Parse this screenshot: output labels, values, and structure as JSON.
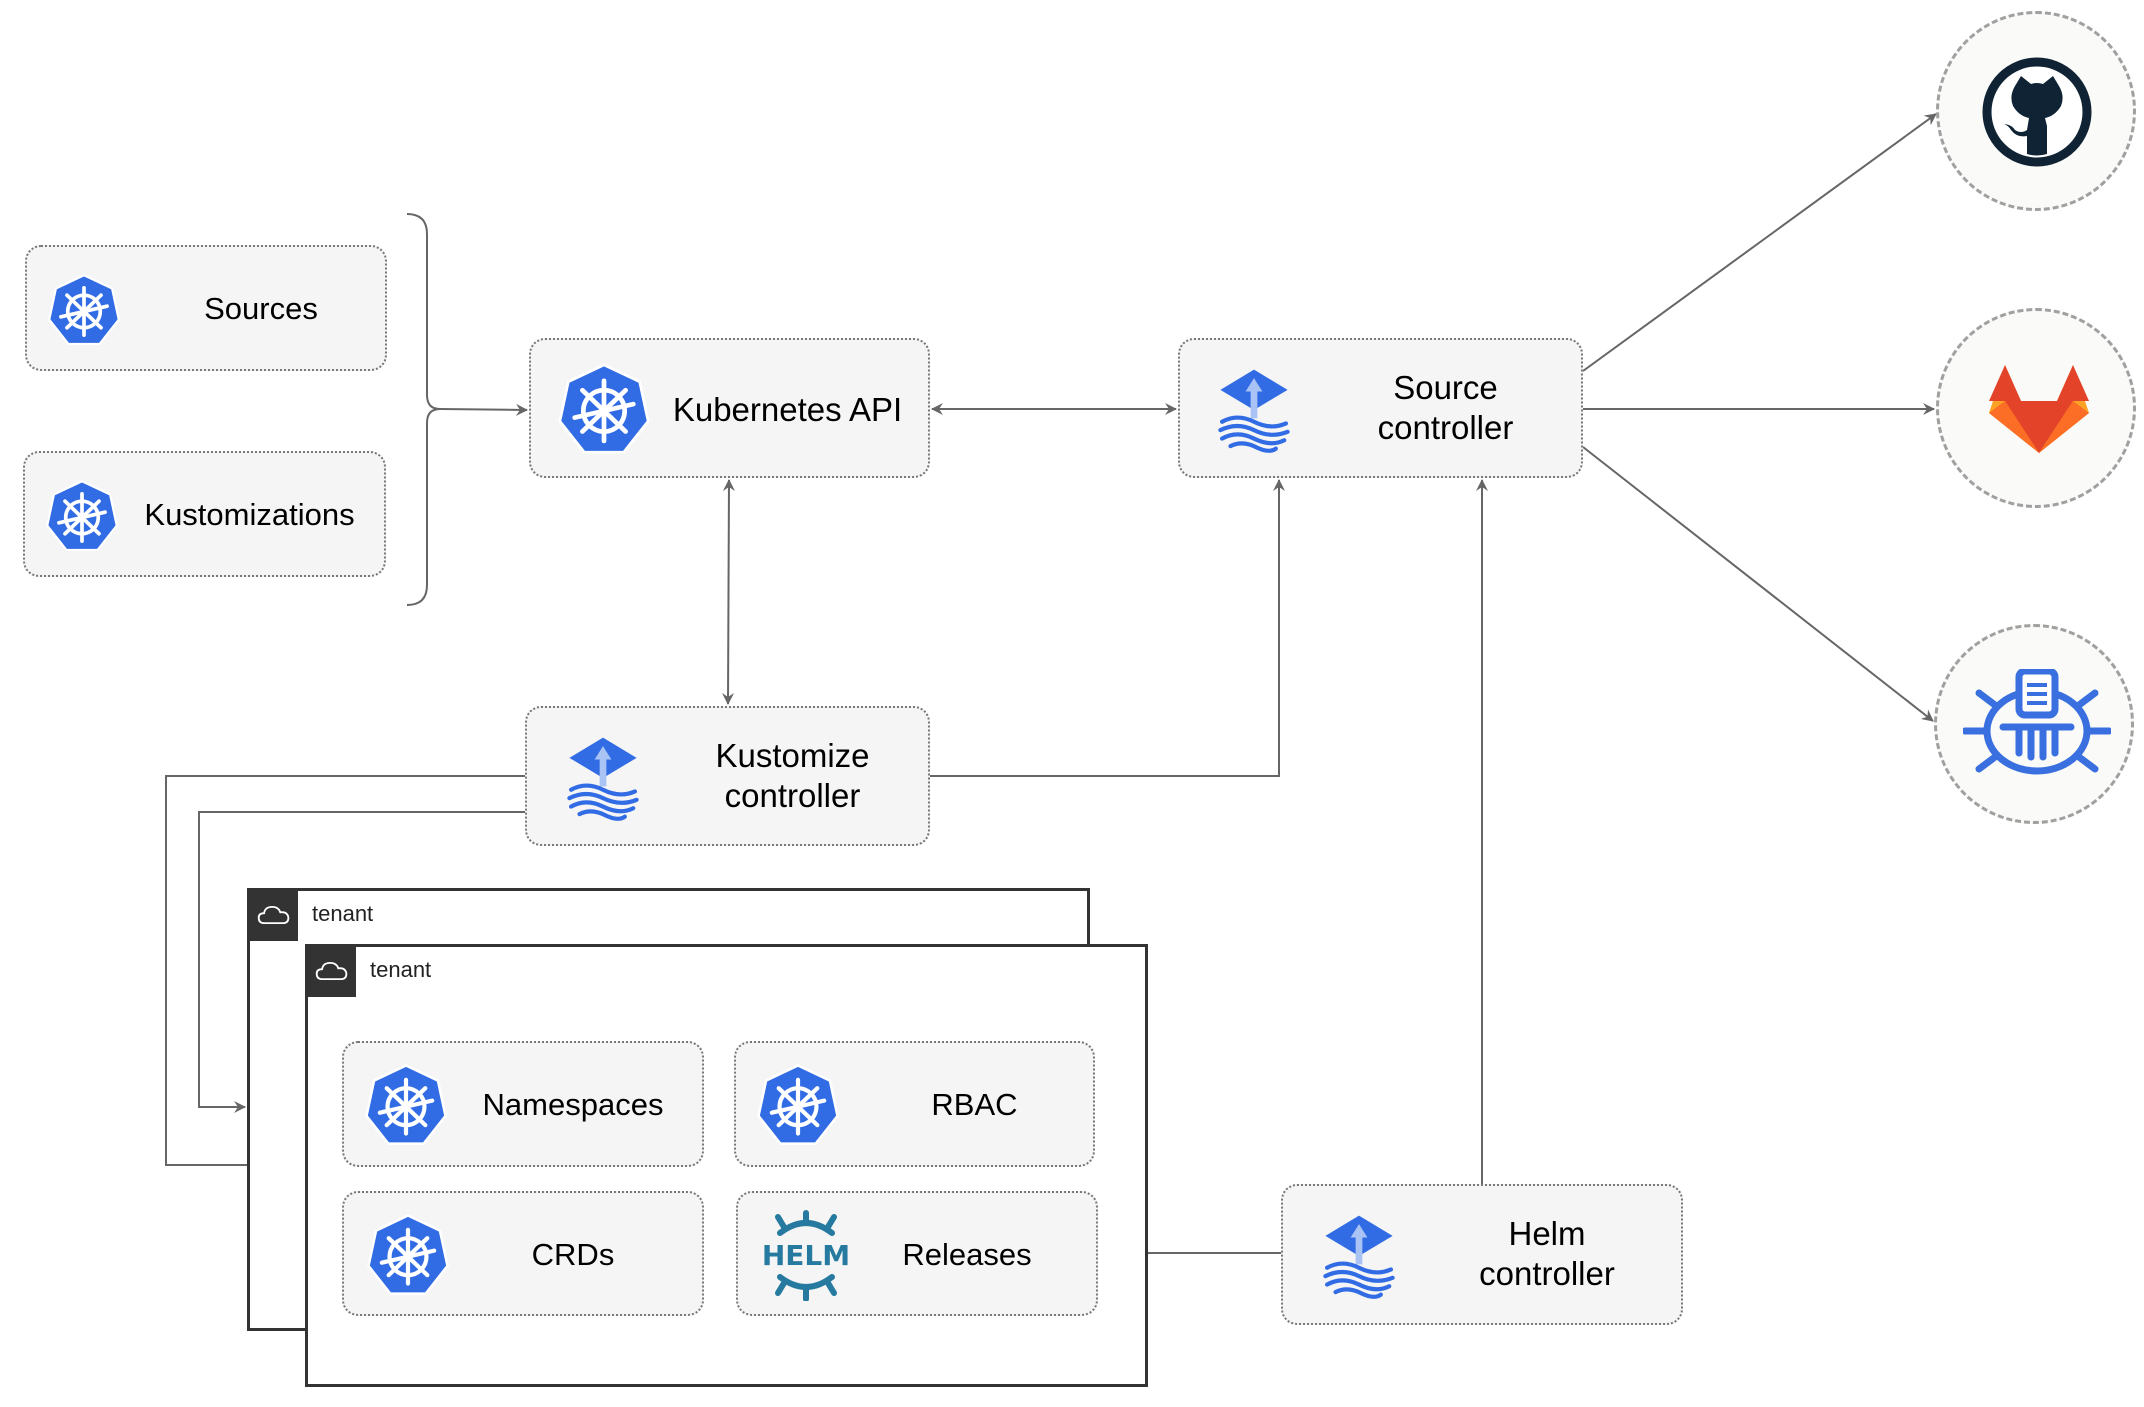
{
  "nodes": {
    "sources": {
      "label": "Sources",
      "icon": "kubernetes-icon"
    },
    "kustomizations": {
      "label": "Kustomizations",
      "icon": "kubernetes-icon"
    },
    "kubernetes_api": {
      "label": "Kubernetes API",
      "icon": "kubernetes-icon"
    },
    "source_controller": {
      "label": "Source\ncontroller",
      "icon": "flux-icon"
    },
    "kustomize_controller": {
      "label": "Kustomize\ncontroller",
      "icon": "flux-icon"
    },
    "helm_controller": {
      "label": "Helm\ncontroller",
      "icon": "flux-icon"
    },
    "namespaces": {
      "label": "Namespaces",
      "icon": "kubernetes-icon"
    },
    "rbac": {
      "label": "RBAC",
      "icon": "kubernetes-icon"
    },
    "crds": {
      "label": "CRDs",
      "icon": "kubernetes-icon"
    },
    "releases": {
      "label": "Releases",
      "icon": "helm-icon",
      "logo_text": "HELM"
    }
  },
  "tenants": [
    {
      "label": "tenant",
      "icon": "cloud-icon"
    },
    {
      "label": "tenant",
      "icon": "cloud-icon"
    }
  ],
  "external_sources": [
    {
      "icon": "github-icon"
    },
    {
      "icon": "gitlab-icon"
    },
    {
      "icon": "bucket-icon"
    }
  ],
  "colors": {
    "kubernetes_blue": "#326ce5",
    "helm_teal": "#277a9f",
    "github_dark": "#0f2334",
    "gitlab_orange": "#e24329",
    "gitlab_light": "#fca326",
    "connector": "#666666",
    "box_fill": "#f5f5f5"
  }
}
